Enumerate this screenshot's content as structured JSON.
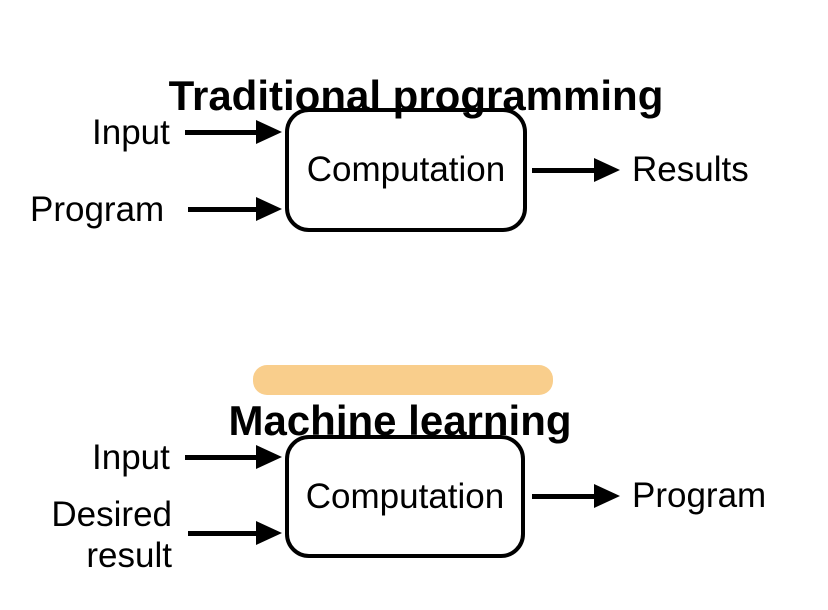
{
  "colors": {
    "background": "#ffffff",
    "line": "#000000",
    "text": "#000000",
    "title_highlight": "#f9ce8c"
  },
  "traditional": {
    "title": "Traditional programming",
    "input_labels": [
      "Input",
      "Program"
    ],
    "process_label": "Computation",
    "output_label": "Results"
  },
  "machine_learning": {
    "title": "Machine learning",
    "input_labels": [
      "Input",
      "Desired\nresult"
    ],
    "process_label": "Computation",
    "output_label": "Program"
  }
}
